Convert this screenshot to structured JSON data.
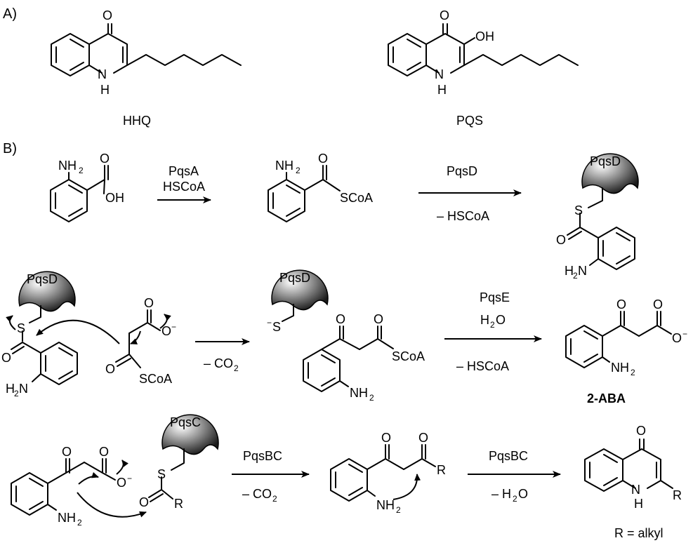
{
  "panels": {
    "a": "A)",
    "b": "B)"
  },
  "compounds": {
    "hhq": "HHQ",
    "pqs": "PQS",
    "aba": "2-ABA",
    "r_def": "R = alkyl"
  },
  "atoms": {
    "O": "O",
    "OH": "OH",
    "NH": "NH",
    "H": "H",
    "N": "N",
    "NH2": "NH",
    "H2N": "H",
    "sub2": "2",
    "S": "S",
    "S_minus": "S",
    "minus": "−",
    "SCoA": "SCoA",
    "R": "R"
  },
  "enzymes": {
    "pqsd": "PqsD",
    "pqsc": "PqsC"
  },
  "reagents": {
    "r1_top": "PqsA",
    "r1_bottom": "HSCoA",
    "r2_top": "PqsD",
    "r2_bottom": "– HSCoA",
    "r3_bottom": "– CO",
    "r3_sub": "2",
    "r4_top": "PqsE",
    "r4_mid": "H",
    "r4_mid_sub": "2",
    "r4_mid_tail": "O",
    "r4_bottom": "– HSCoA",
    "r5_top": "PqsBC",
    "r5_bottom": "– CO",
    "r5_sub": "2",
    "r6_top": "PqsBC",
    "r6_bottom": "– H",
    "r6_sub": "2",
    "r6_tail": "O"
  }
}
